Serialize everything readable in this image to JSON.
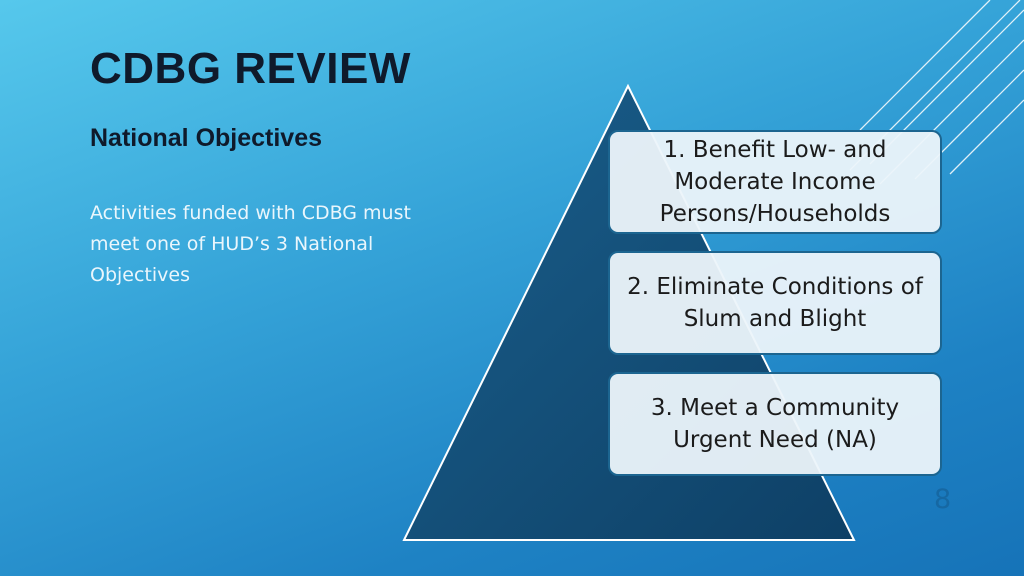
{
  "slide": {
    "title": "CDBG REVIEW",
    "subtitle": "National Objectives",
    "body": "Activities funded with CDBG must meet one of HUD’s 3 National Objectives",
    "page_number": "8"
  },
  "pyramid": {
    "levels": [
      {
        "label": "1. Benefit Low- and Moderate Income Persons/Households"
      },
      {
        "label": "2. Eliminate Conditions of Slum and Blight"
      },
      {
        "label": "3. Meet a Community Urgent Need (NA)"
      }
    ]
  },
  "colors": {
    "background_top": "#56c8ec",
    "background_bottom": "#1673b8",
    "pyramid_fill": "#114a72",
    "box_border": "#1c6590",
    "title_text": "#0f1a2b"
  }
}
